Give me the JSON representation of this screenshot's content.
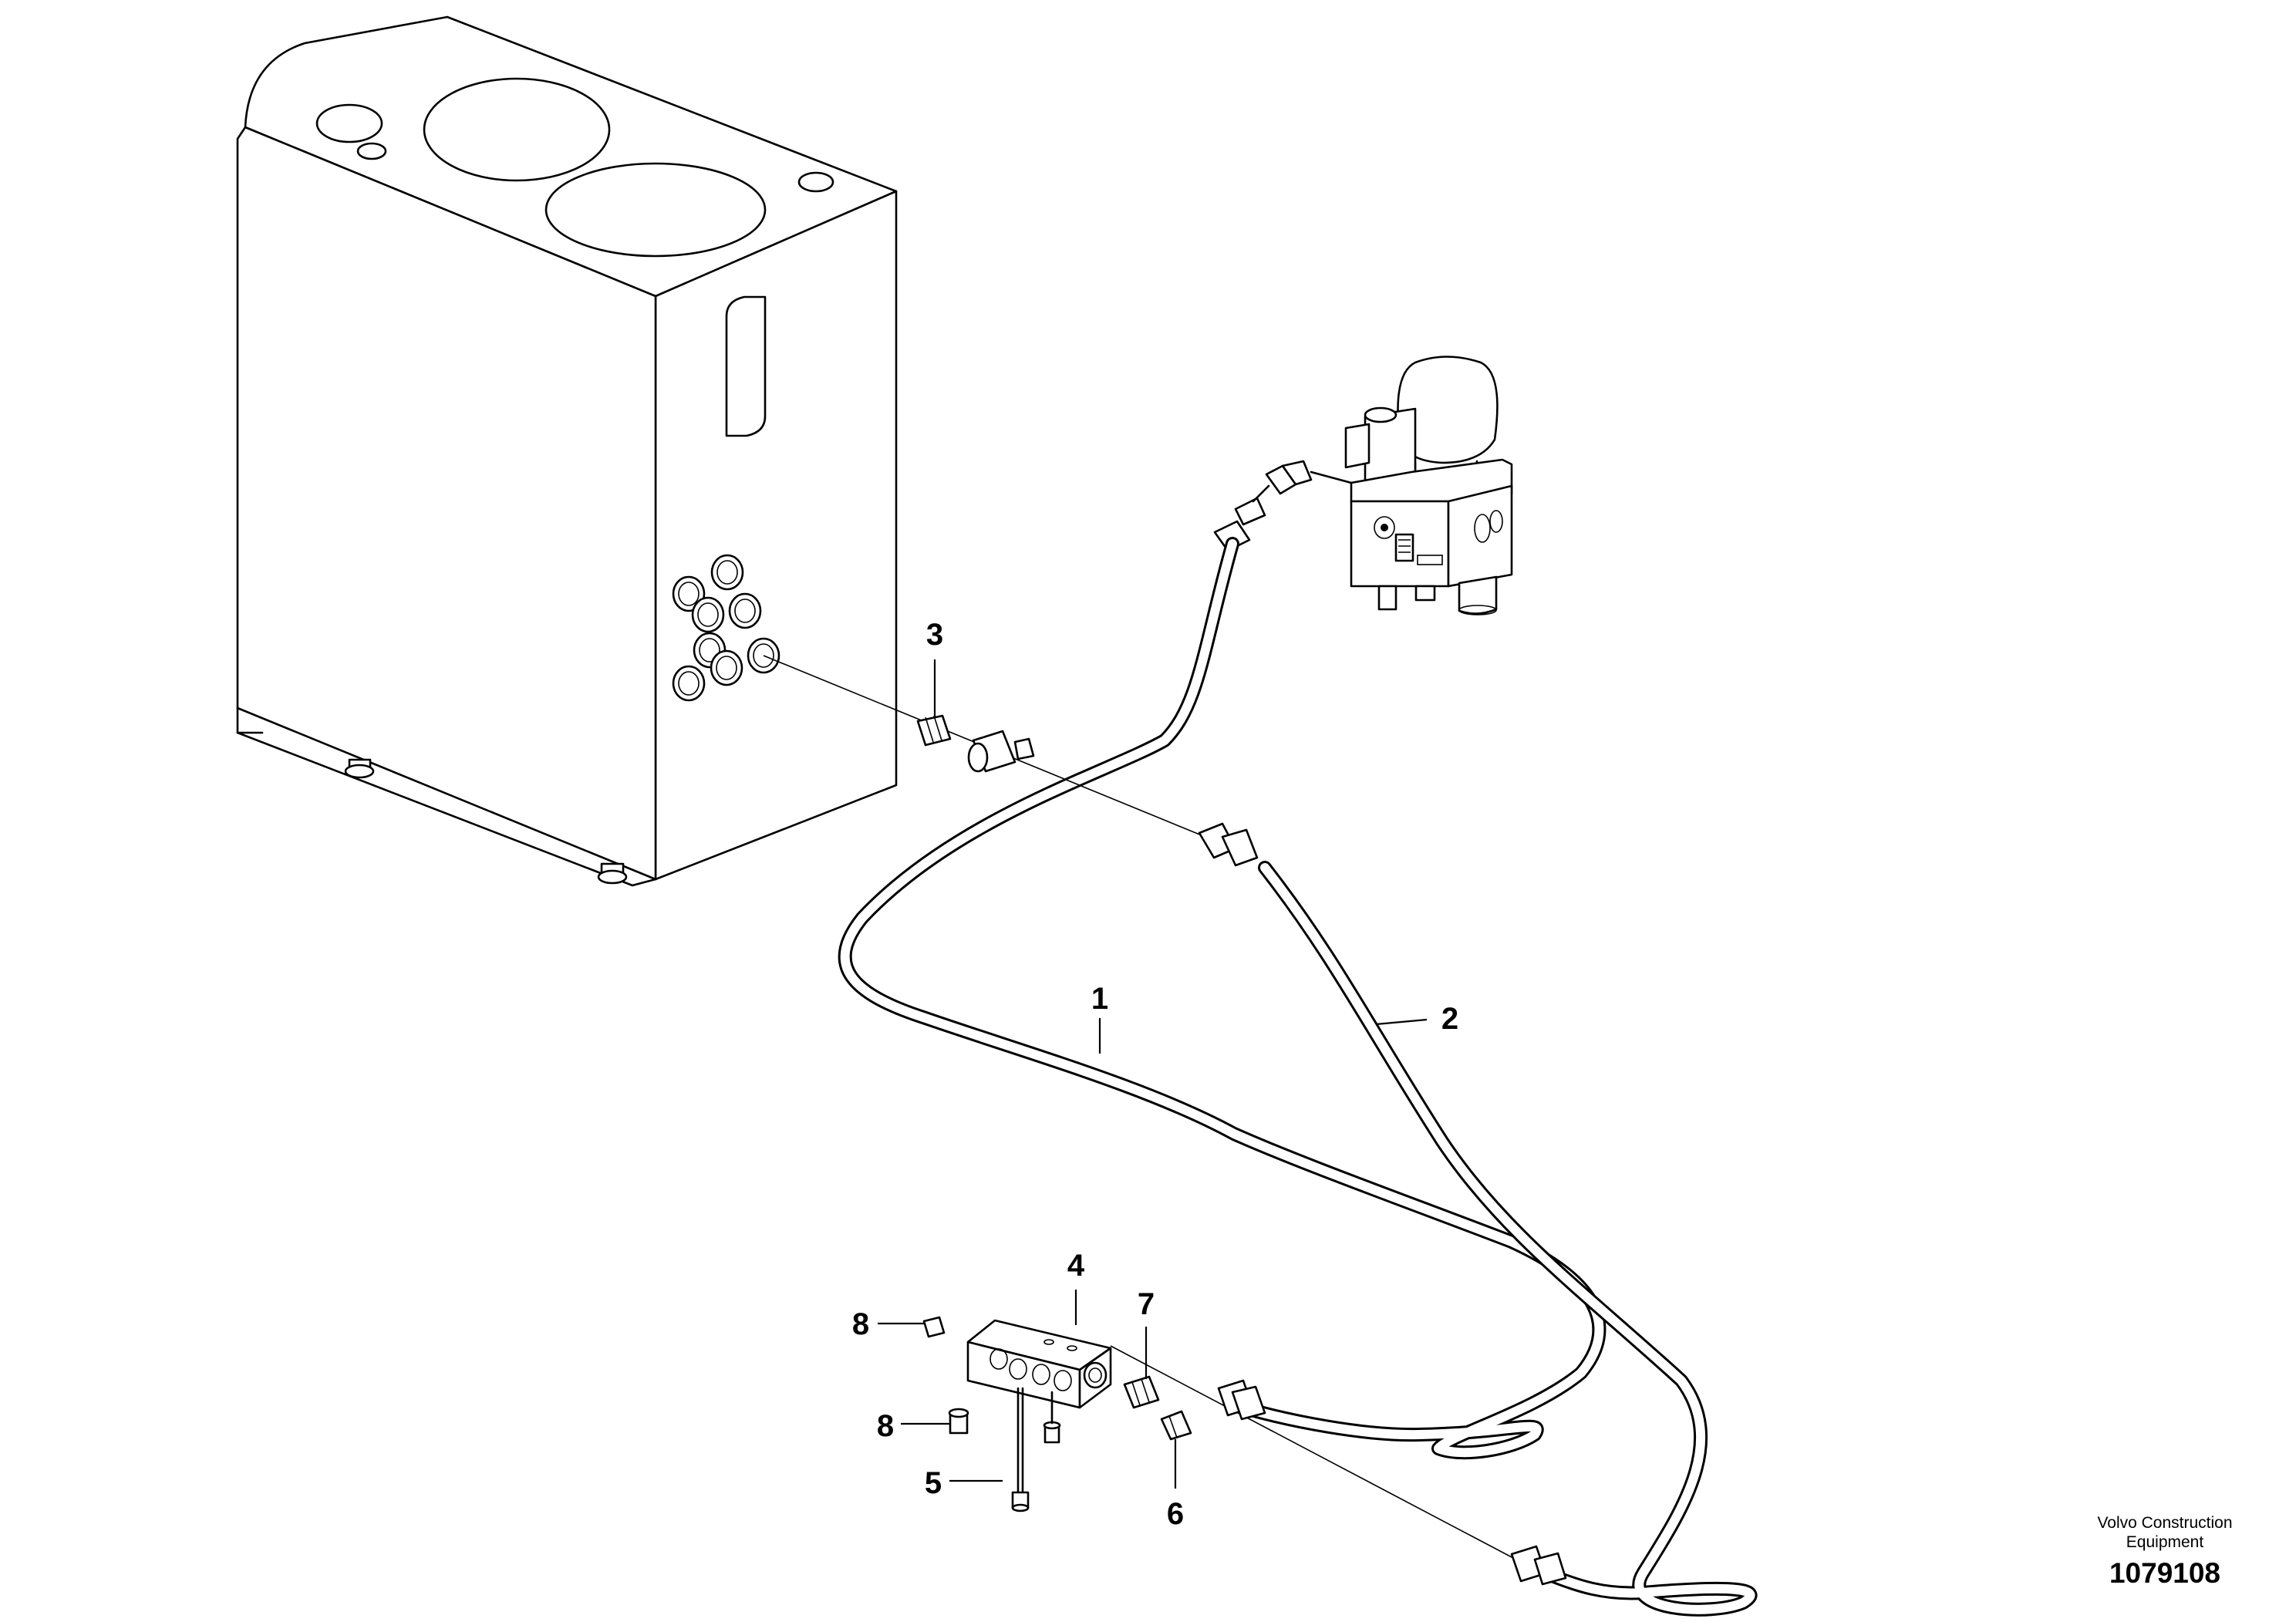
{
  "callouts": {
    "c1": "1",
    "c2": "2",
    "c3": "3",
    "c4": "4",
    "c5": "5",
    "c6": "6",
    "c7": "7",
    "c8a": "8",
    "c8b": "8"
  },
  "footer": {
    "brand_line1": "Volvo Construction",
    "brand_line2": "Equipment",
    "part_number": "1079108"
  },
  "colors": {
    "line": "#000000",
    "background": "#ffffff"
  }
}
